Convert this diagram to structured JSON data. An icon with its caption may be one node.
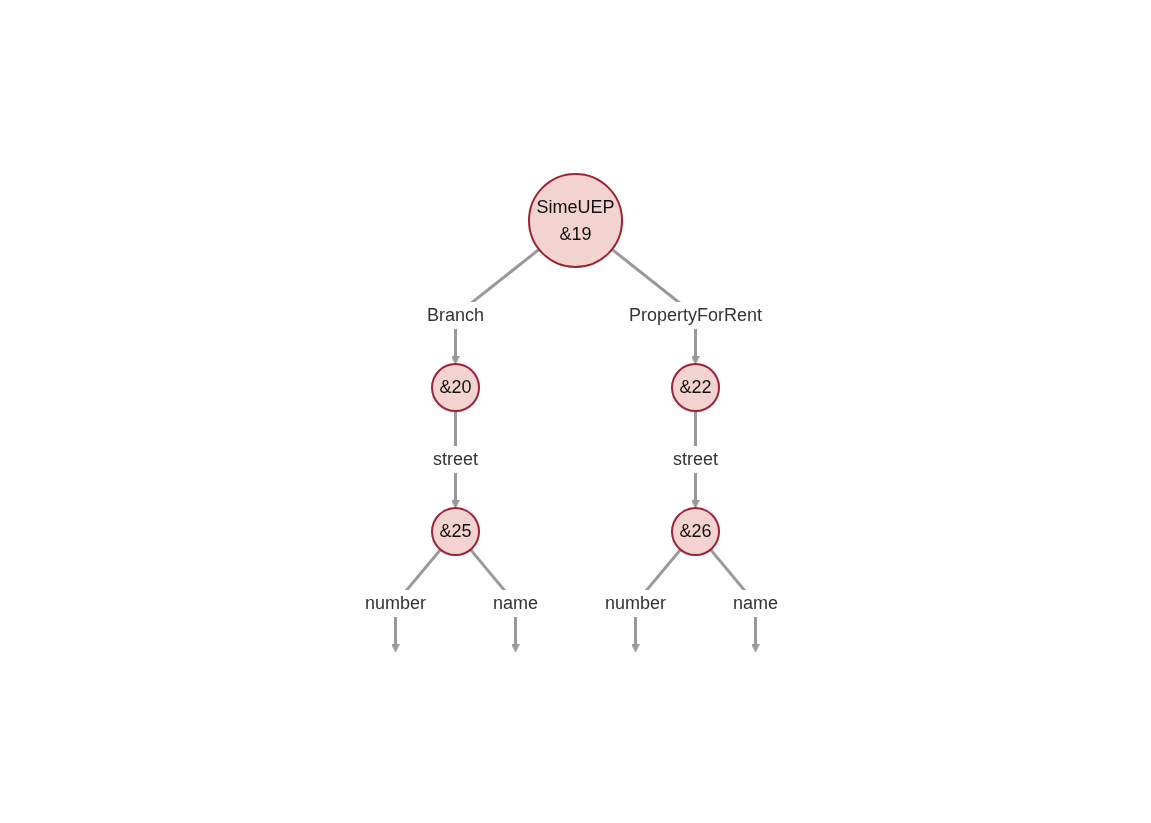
{
  "diagram": {
    "nodes": [
      {
        "text": [
          "SimeUEP",
          "&19"
        ]
      },
      {
        "text": [
          "&20"
        ]
      },
      {
        "text": [
          "&22"
        ]
      },
      {
        "text": [
          "&25"
        ]
      },
      {
        "text": [
          "&26"
        ]
      }
    ],
    "edges": [
      {
        "from": 0,
        "to": 1,
        "arrow": "to",
        "label": "Branch"
      },
      {
        "from": 0,
        "to": 2,
        "arrow": "to",
        "label": "PropertyForRent"
      },
      {
        "from": 1,
        "to": 3,
        "arrow": "to",
        "label": "street"
      },
      {
        "from": 2,
        "to": 4,
        "arrow": "to",
        "label": "street"
      },
      {
        "from": 3,
        "to": null,
        "arrow": "to",
        "label": "number"
      },
      {
        "from": 3,
        "to": null,
        "arrow": "to",
        "label": "name"
      },
      {
        "from": 4,
        "to": null,
        "arrow": "to",
        "label": "number"
      },
      {
        "from": 4,
        "to": null,
        "arrow": "to",
        "label": "name"
      }
    ]
  }
}
